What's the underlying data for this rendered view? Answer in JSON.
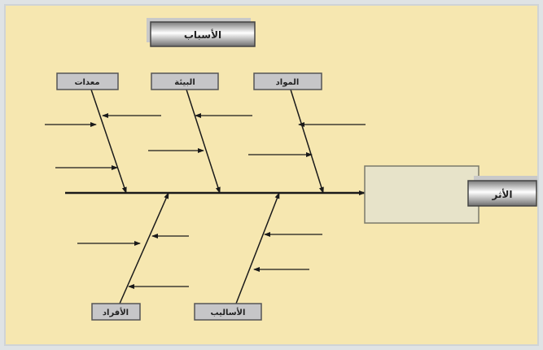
{
  "title": "الأسباب",
  "effect": {
    "label": "الأثر",
    "content": ""
  },
  "categories_top": [
    {
      "label": "معدات"
    },
    {
      "label": "البيئة"
    },
    {
      "label": "المواد"
    }
  ],
  "categories_bottom": [
    {
      "label": "الأفراد"
    },
    {
      "label": "الأساليب"
    }
  ],
  "colors": {
    "background": "#f6e7b0",
    "frame": "#dfe3e5",
    "box": "#c6c6c8",
    "effect_box": "#e7e3c9",
    "line": "#1a1a1a"
  }
}
